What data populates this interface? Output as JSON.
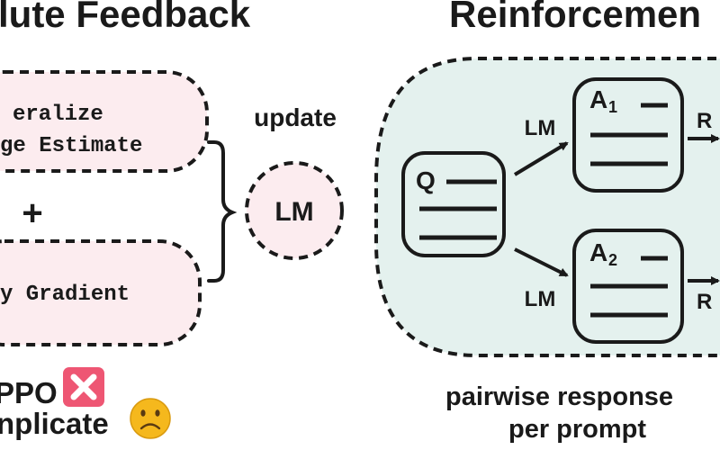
{
  "left_panel": {
    "title": "lute Feedback",
    "box1": {
      "line1": "eralize",
      "line2": "ge Estimate"
    },
    "plus": "+",
    "box2": {
      "line1": "y Gradient"
    },
    "update_label": "update",
    "lm_label": "LM",
    "ppo_label": "PPO",
    "complicate_label": "nplicate",
    "cross_icon": "cross-mark-icon",
    "frown_icon": "frowning-face-icon"
  },
  "right_panel": {
    "title": "Reinforcemen",
    "q_label": "Q",
    "a1_main": "A",
    "a1_sub": "1",
    "a2_main": "A",
    "a2_sub": "2",
    "lm_top": "LM",
    "lm_bottom": "LM",
    "r_top": "R",
    "r_bottom": "R",
    "caption_line1": "pairwise response",
    "caption_line2": "per prompt"
  },
  "colors": {
    "pink_fill": "#fcecef",
    "teal_fill": "#e4f1ee",
    "stroke": "#1a1a1a",
    "cross_bg": "#ee5673",
    "emoji_face": "#f5b81d"
  }
}
